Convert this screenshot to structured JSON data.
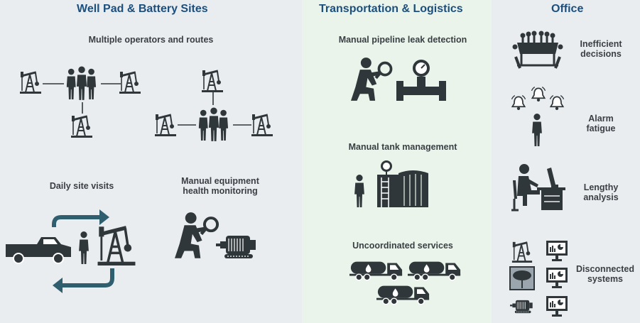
{
  "well_pad": {
    "title": "Well Pad & Battery Sites",
    "items": {
      "operators": "Multiple operators and routes",
      "visits": "Daily site visits",
      "health_line1": "Manual equipment",
      "health_line2": "health monitoring"
    }
  },
  "transport": {
    "title": "Transportation  & Logistics",
    "items": {
      "leak": "Manual pipeline leak detection",
      "tank": "Manual tank management",
      "services": "Uncoordinated services"
    }
  },
  "office": {
    "title": "Office",
    "items": {
      "decisions_line1": "Inefficient",
      "decisions_line2": "decisions",
      "alarm_line1": "Alarm",
      "alarm_line2": "fatigue",
      "analysis_line1": "Lengthy",
      "analysis_line2": "analysis",
      "systems_line1": "Disconnected",
      "systems_line2": "systems"
    }
  },
  "colors": {
    "heading": "#1c4f7e",
    "icon": "#30373b",
    "cycle_arrows": "#2f5f6e",
    "panel_gray": "#eaedf0",
    "panel_green": "#eaf4ea"
  }
}
